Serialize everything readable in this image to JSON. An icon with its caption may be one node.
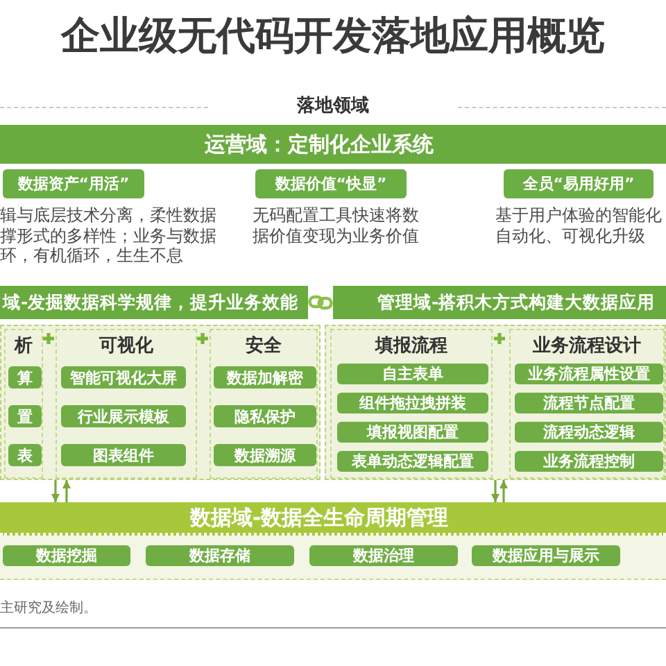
{
  "diagram": {
    "title": "企业级无代码开发落地应用概览",
    "nodes": [
      {
        "text": [
          "运营域：定制化企业系统"
        ]
      },
      {
        "text": [
          "数据资产“用活”"
        ],
        "beside": [
          "辑与底层技术分离，柔性数据撑形式的多样性；业务与数据环，有机循环，生生不息"
        ]
      },
      {
        "text": [
          "数据价值“快显”"
        ],
        "beside": [
          "无码配置工具快速将数据价值变现为业务价值"
        ]
      },
      {
        "text": [
          "全员“易用好用”"
        ],
        "beside": [
          "基于用户体验的智能化自动化、可视化升级"
        ]
      },
      {
        "text": [
          "域-发掘数据科学规律，提升业务效能"
        ]
      },
      {
        "text": [
          "管理域-搭积木方式构建大数据应用"
        ]
      },
      {
        "text": [],
        "shape": "box"
      },
      {
        "text": [
          "析"
        ],
        "in": 6
      },
      {
        "text": [
          "算"
        ],
        "in": 7
      },
      {
        "text": [
          "置"
        ],
        "in": 7
      },
      {
        "text": [
          "表"
        ],
        "in": 7
      },
      {
        "text": [
          "可视化"
        ],
        "in": 6
      },
      {
        "text": [
          "智能可视化大屏"
        ],
        "in": 11
      },
      {
        "text": [
          "行业展示模板"
        ],
        "in": 11
      },
      {
        "text": [
          "图表组件"
        ],
        "in": 11
      },
      {
        "text": [
          "安全"
        ],
        "in": 6
      },
      {
        "text": [
          "数据加解密"
        ],
        "in": 15
      },
      {
        "text": [
          "隐私保护"
        ],
        "in": 15
      },
      {
        "text": [
          "数据溯源"
        ],
        "in": 15
      },
      {
        "text": [],
        "shape": "box"
      },
      {
        "text": [
          "填报流程"
        ],
        "in": 19
      },
      {
        "text": [
          "自主表单"
        ],
        "in": 20
      },
      {
        "text": [
          "组件拖拉拽拼装"
        ],
        "in": 20
      },
      {
        "text": [
          "填报视图配置"
        ],
        "in": 20
      },
      {
        "text": [
          "表单动态逻辑配置"
        ],
        "in": 20
      },
      {
        "text": [
          "业务流程设计"
        ],
        "in": 19
      },
      {
        "text": [
          "业务流程属性设置"
        ],
        "in": 25
      },
      {
        "text": [
          "流程节点配置"
        ],
        "in": 25
      },
      {
        "text": [
          "流程动态逻辑"
        ],
        "in": 25
      },
      {
        "text": [
          "业务流程控制"
        ],
        "in": 25
      },
      {
        "text": [
          "数据域-数据全生命周期管理"
        ]
      },
      {
        "text": [
          "数据挖掘"
        ]
      },
      {
        "text": [
          "数据存储"
        ]
      },
      {
        "text": [
          "数据治理"
        ]
      },
      {
        "text": [
          "数据应用与展示"
        ]
      }
    ],
    "edges": [
      {
        "from": 6,
        "to": 30,
        "arrow": "to"
      },
      {
        "from": 30,
        "to": 6,
        "arrow": "to"
      },
      {
        "from": 19,
        "to": 30,
        "arrow": "to"
      },
      {
        "from": 30,
        "to": 19,
        "arrow": "to"
      }
    ],
    "labels": [
      "落地领域",
      "主研究及绘制。"
    ]
  }
}
